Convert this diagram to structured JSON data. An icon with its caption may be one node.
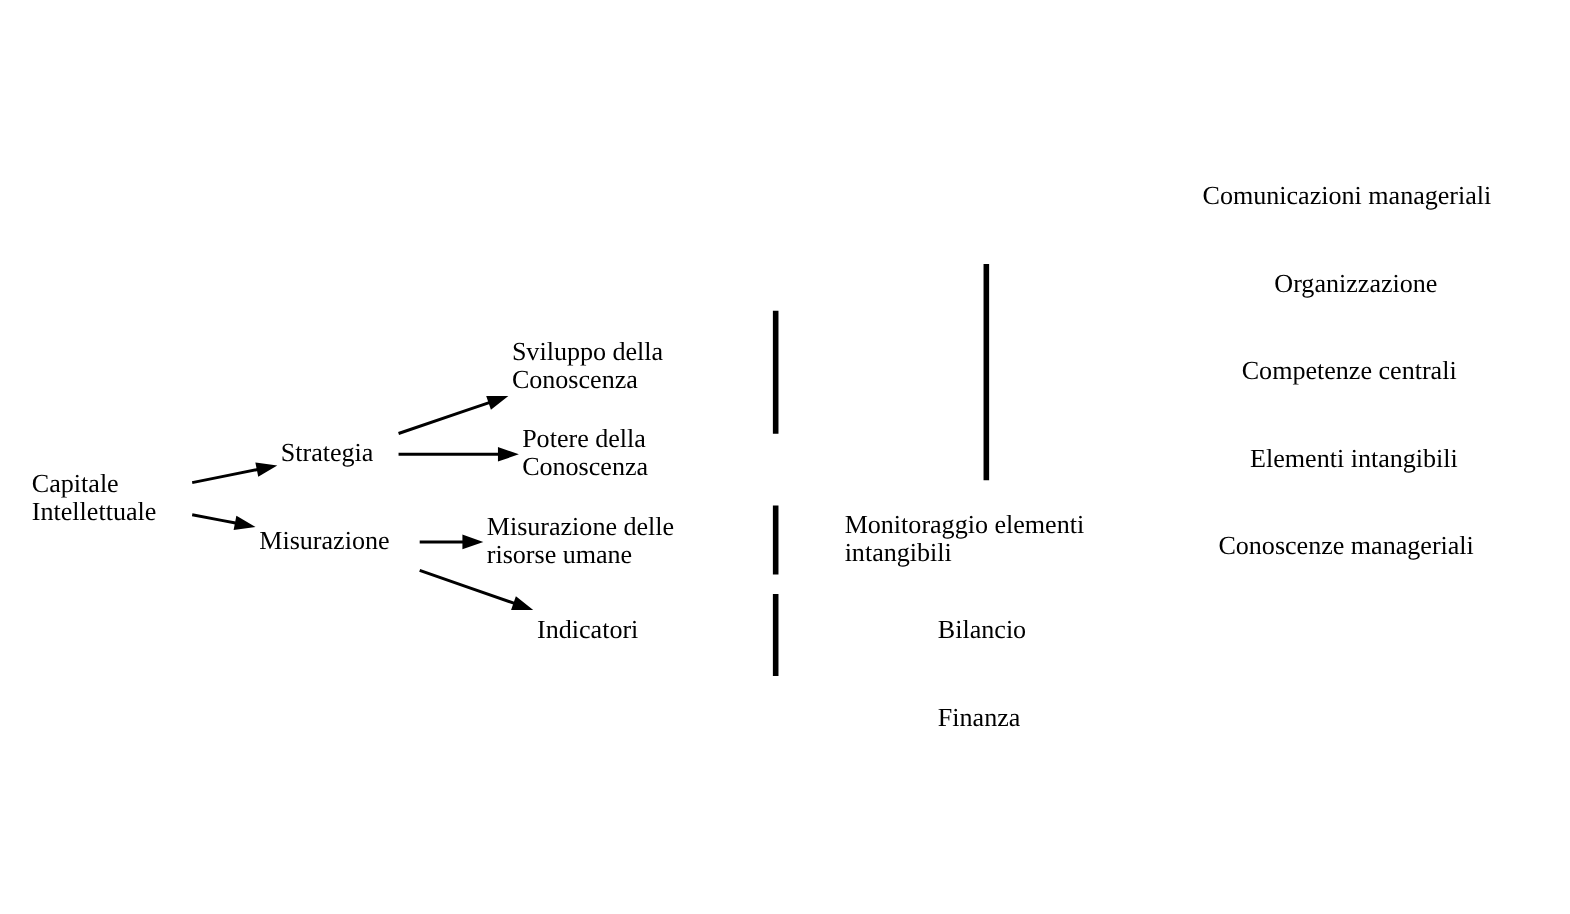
{
  "diagram": {
    "nodes": [
      {
        "text": [
          "Capitale Intellettuale"
        ]
      },
      {
        "text": [
          "Strategia"
        ]
      },
      {
        "text": [
          "Misurazione"
        ]
      },
      {
        "text": [
          "Sviluppo della Conoscenza"
        ]
      },
      {
        "text": [
          "Potere della Conoscenza"
        ]
      },
      {
        "text": [
          "Misurazione delle risorse umane"
        ]
      },
      {
        "text": [
          "Indicatori"
        ]
      },
      {
        "text": [],
        "shape": "brace"
      },
      {
        "text": [],
        "shape": "brace"
      },
      {
        "text": [
          "Comunicazioni manageriali"
        ]
      },
      {
        "text": [
          "Organizzazione"
        ]
      },
      {
        "text": [
          "Competenze centrali"
        ]
      },
      {
        "text": [
          "Elementi intangibili"
        ]
      },
      {
        "text": [
          "Conoscenze manageriali"
        ]
      },
      {
        "text": [],
        "shape": "brace"
      },
      {
        "text": [
          "Monitoraggio elementi intangibili"
        ]
      },
      {
        "text": [],
        "shape": "brace"
      },
      {
        "text": [
          "Bilancio"
        ]
      },
      {
        "text": [
          "Finanza"
        ]
      }
    ],
    "edges": [
      {
        "from": 0,
        "to": 1,
        "arrow": "to"
      },
      {
        "from": 0,
        "to": 2,
        "arrow": "to"
      },
      {
        "from": 1,
        "to": 3,
        "arrow": "to"
      },
      {
        "from": 1,
        "to": 4,
        "arrow": "to"
      },
      {
        "from": 2,
        "to": 5,
        "arrow": "to"
      },
      {
        "from": 2,
        "to": 6,
        "arrow": "to"
      }
    ]
  }
}
